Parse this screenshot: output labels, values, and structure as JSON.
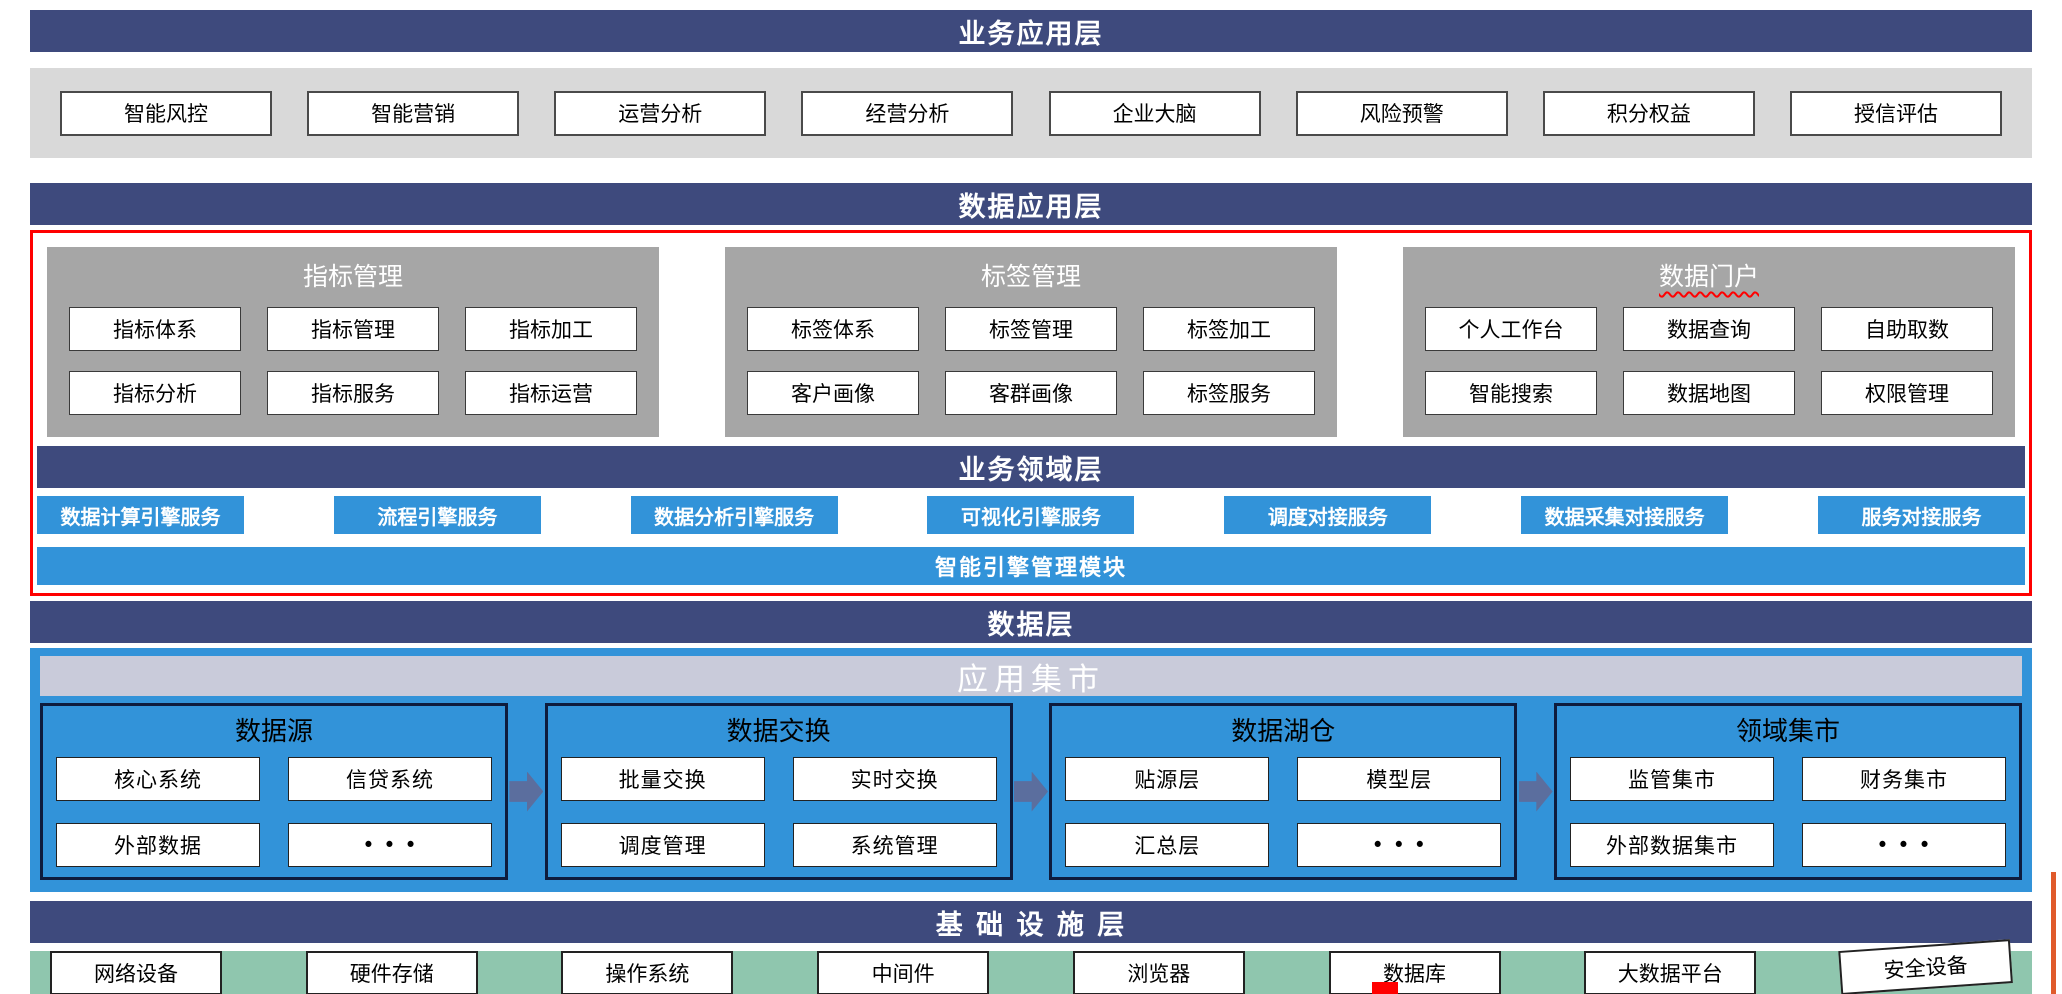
{
  "colors": {
    "navy": "#3E4A7D",
    "blue": "#3293D9",
    "gray_band": "#D9D9D9",
    "panel_gray": "#A6A6A6",
    "green": "#8FC6AE",
    "red": "#FF0000",
    "mart_bar": "#C9CBDA",
    "arrow": "#5B6E9E",
    "orange": "#E05A2B"
  },
  "layers": {
    "business_app": {
      "title": "业务应用层",
      "items": [
        "智能风控",
        "智能营销",
        "运营分析",
        "经营分析",
        "企业大脑",
        "风险预警",
        "积分权益",
        "授信评估"
      ]
    },
    "data_app": {
      "title": "数据应用层",
      "panels": [
        {
          "title": "指标管理",
          "items": [
            "指标体系",
            "指标管理",
            "指标加工",
            "指标分析",
            "指标服务",
            "指标运营"
          ]
        },
        {
          "title": "标签管理",
          "items": [
            "标签体系",
            "标签管理",
            "标签加工",
            "客户画像",
            "客群画像",
            "标签服务"
          ]
        },
        {
          "title": "数据门户",
          "items": [
            "个人工作台",
            "数据查询",
            "自助取数",
            "智能搜索",
            "数据地图",
            "权限管理"
          ]
        }
      ]
    },
    "business_domain": {
      "title": "业务领域层",
      "services": [
        "数据计算引擎服务",
        "流程引擎服务",
        "数据分析引擎服务",
        "可视化引擎服务",
        "调度对接服务",
        "数据采集对接服务",
        "服务对接服务"
      ],
      "engine_module": "智能引擎管理模块"
    },
    "data_layer": {
      "title": "数据层",
      "mart_title": "应用集市",
      "panels": [
        {
          "title": "数据源",
          "items": [
            "核心系统",
            "信贷系统",
            "外部数据",
            "• • •"
          ]
        },
        {
          "title": "数据交换",
          "items": [
            "批量交换",
            "实时交换",
            "调度管理",
            "系统管理"
          ]
        },
        {
          "title": "数据湖仓",
          "items": [
            "贴源层",
            "模型层",
            "汇总层",
            "• • •"
          ]
        },
        {
          "title": "领域集市",
          "items": [
            "监管集市",
            "财务集市",
            "外部数据集市",
            "• • •"
          ]
        }
      ]
    },
    "infrastructure": {
      "title": "基 础 设 施 层",
      "items": [
        "网络设备",
        "硬件存储",
        "操作系统",
        "中间件",
        "浏览器",
        "数据库",
        "大数据平台",
        "安全设备"
      ]
    }
  }
}
